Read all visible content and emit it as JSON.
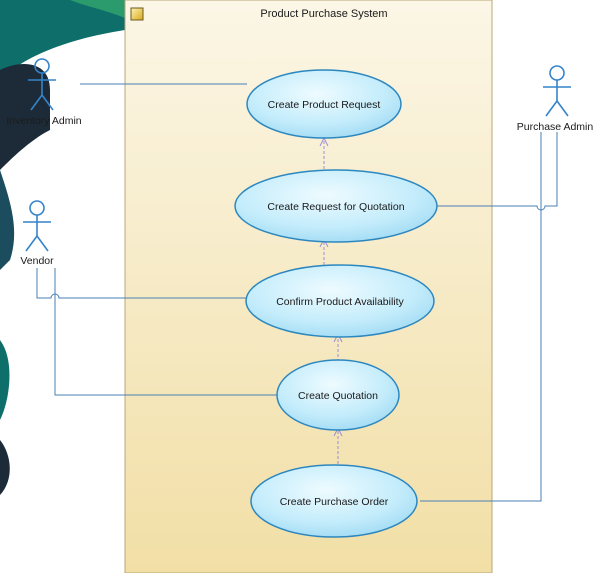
{
  "system": {
    "title": "Product Purchase System"
  },
  "actors": {
    "inventory_admin": "Inventory Admin",
    "vendor": "Vendor",
    "purchase_admin": "Purchase Admin"
  },
  "use_cases": {
    "create_product_request": "Create Product Request",
    "create_rfq": "Create Request for Quotation",
    "confirm_availability": "Confirm Product Availability",
    "create_quotation": "Create Quotation",
    "create_purchase_order": "Create Purchase Order"
  },
  "colors": {
    "boundary_top": "#fbf6e6",
    "boundary_bottom": "#f2dfa6",
    "boundary_stroke": "#b9a776",
    "usecase_fill_light": "#e6f7ff",
    "usecase_fill_dark": "#9fdaf5",
    "usecase_stroke": "#2d87bf",
    "connector": "#4a7fb5",
    "actor_stroke": "#3584c9",
    "background_teal": "#0e6e6a",
    "background_dark": "#1d2b38"
  }
}
